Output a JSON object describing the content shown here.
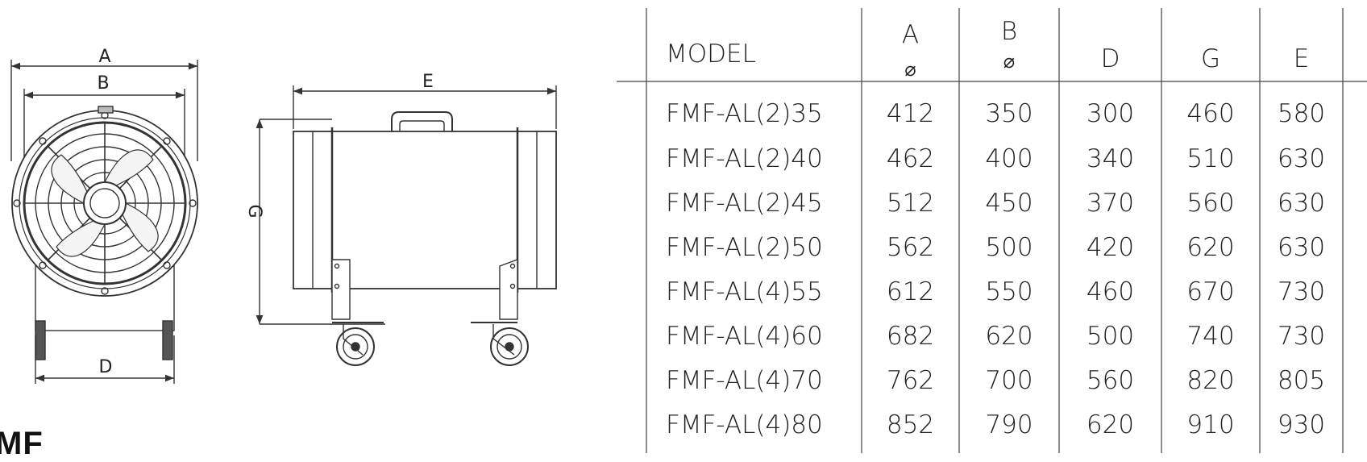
{
  "front_view": {
    "dim_labels": {
      "A": "A",
      "B": "B",
      "D": "D"
    }
  },
  "side_view": {
    "dim_labels": {
      "E": "E",
      "G": "G"
    }
  },
  "brand_text": "MF",
  "table": {
    "headers": {
      "model": "MODEL",
      "A": "A",
      "A_sub": "⌀",
      "B": "B",
      "B_sub": "⌀",
      "D": "D",
      "G": "G",
      "E": "E"
    },
    "rows": [
      {
        "model": "FMF-AL(2)35",
        "A": "412",
        "B": "350",
        "D": "300",
        "G": "460",
        "E": "580"
      },
      {
        "model": "FMF-AL(2)40",
        "A": "462",
        "B": "400",
        "D": "340",
        "G": "510",
        "E": "630"
      },
      {
        "model": "FMF-AL(2)45",
        "A": "512",
        "B": "450",
        "D": "370",
        "G": "560",
        "E": "630"
      },
      {
        "model": "FMF-AL(2)50",
        "A": "562",
        "B": "500",
        "D": "420",
        "G": "620",
        "E": "630"
      },
      {
        "model": "FMF-AL(4)55",
        "A": "612",
        "B": "550",
        "D": "460",
        "G": "670",
        "E": "730"
      },
      {
        "model": "FMF-AL(4)60",
        "A": "682",
        "B": "620",
        "D": "500",
        "G": "740",
        "E": "730"
      },
      {
        "model": "FMF-AL(4)70",
        "A": "762",
        "B": "700",
        "D": "560",
        "G": "820",
        "E": "805"
      },
      {
        "model": "FMF-AL(4)80",
        "A": "852",
        "B": "790",
        "D": "620",
        "G": "910",
        "E": "930"
      }
    ]
  }
}
